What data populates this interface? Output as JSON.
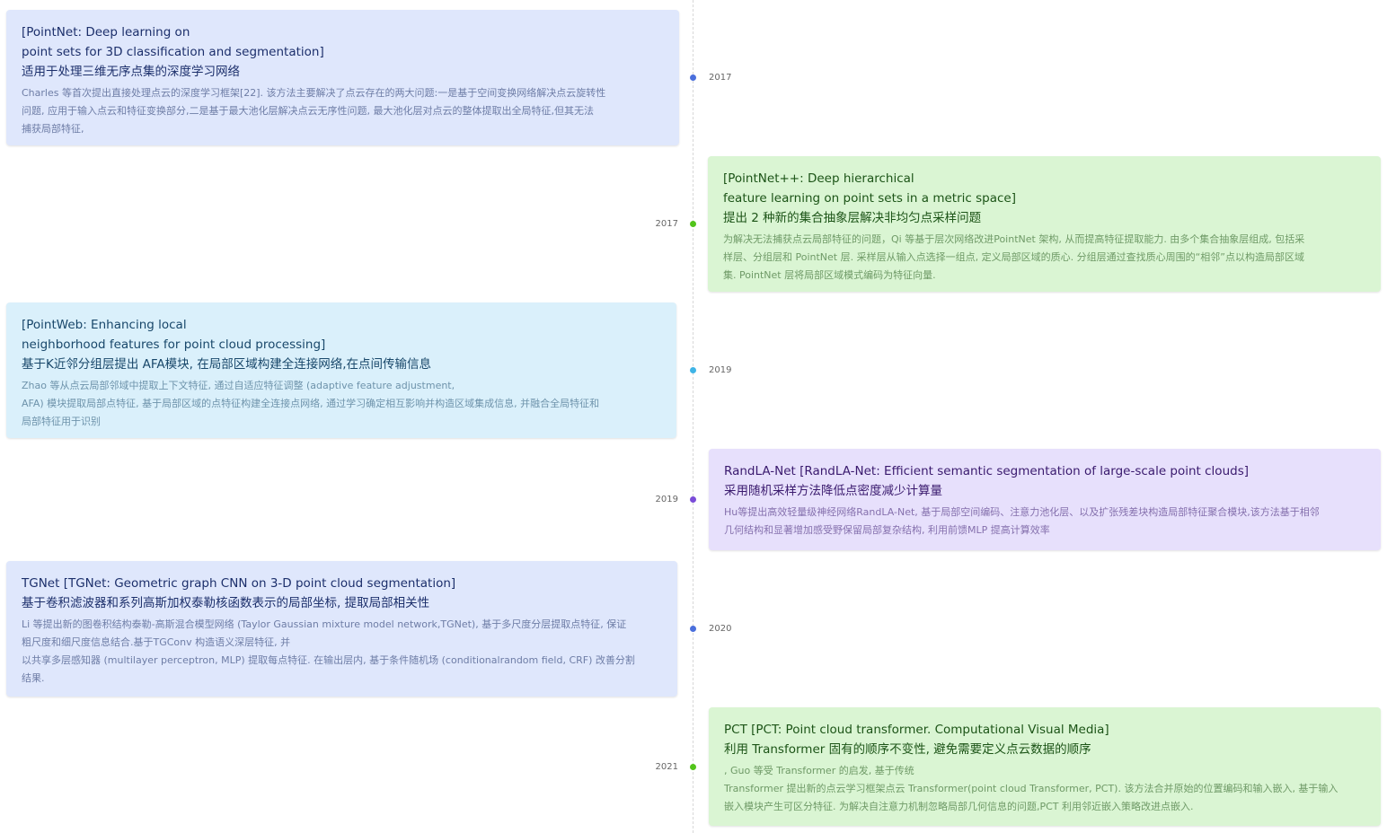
{
  "colors": {
    "blue": "#4a6fdc",
    "green": "#52c41a",
    "cyan": "#3fb4e6",
    "purple": "#7a4cd8"
  },
  "events": [
    {
      "year": "2017",
      "title": "[PointNet: Deep learning on\npoint sets for 3D classification and segmentation]",
      "subtitle": "适用于处理三维无序点集的深度学习网络",
      "description": "Charles 等首次提出直接处理点云的深度学习框架[22]. 该方法主要解决了点云存在的两大问题:一是基于空间变换网络解决点云旋转性\n问题, 应用于输入点云和特征变换部分,二是基于最大池化层解决点云无序性问题, 最大池化层对点云的整体提取出全局特征,但其无法\n捕获局部特征,"
    },
    {
      "year": "2017",
      "title": "[PointNet++: Deep hierarchical\nfeature learning on point sets in a metric space]",
      "subtitle": "提出 2 种新的集合抽象层解决非均匀点采样问题",
      "description": "为解决无法捕获点云局部特征的问题，Qi 等基于层次网络改进PointNet 架构, 从而提高特征提取能力. 由多个集合抽象层组成, 包括采\n样层、分组层和 PointNet 层. 采样层从输入点选择一组点, 定义局部区域的质心. 分组层通过查找质心周围的“相邻”点以构造局部区域\n集. PointNet 层将局部区域模式编码为特征向量."
    },
    {
      "year": "2019",
      "title": "[PointWeb: Enhancing local\nneighborhood features for point cloud processing]",
      "subtitle": "基于K近邻分组层提出 AFA模块, 在局部区域构建全连接网络,在点间传输信息",
      "description": "Zhao 等从点云局部邻域中提取上下文特征, 通过自适应特征调整 (adaptive feature adjustment,\nAFA) 模块提取局部点特征, 基于局部区域的点特征构建全连接点网络, 通过学习确定相互影响并构造区域集成信息, 并融合全局特征和\n局部特征用于识别"
    },
    {
      "year": "2019",
      "title": "RandLA-Net [RandLA-Net: Efficient semantic segmentation of large-scale point clouds]",
      "subtitle": "采用随机采样方法降低点密度减少计算量",
      "description": "Hu等提出高效轻量级神经网络RandLA-Net, 基于局部空间编码、注意力池化层、以及扩张残差块构造局部特征聚合模块,该方法基于相邻\n几何结构和显著增加感受野保留局部复杂结构, 利用前馈MLP 提高计算效率"
    },
    {
      "year": "2020",
      "title": "TGNet [TGNet: Geometric graph CNN on 3-D point cloud segmentation]",
      "subtitle": "基于卷积滤波器和系列高斯加权泰勒核函数表示的局部坐标, 提取局部相关性",
      "description": "Li 等提出新的图卷积结构泰勒-高斯混合模型网络 (Taylor Gaussian mixture model network,TGNet), 基于多尺度分层提取点特征, 保证\n粗尺度和细尺度信息结合.基于TGConv 构造语义深层特征, 并\n以共享多层感知器 (multilayer perceptron, MLP) 提取每点特征. 在输出层内, 基于条件随机场 (conditionalrandom field, CRF) 改善分割\n结果."
    },
    {
      "year": "2021",
      "title": "PCT [PCT: Point cloud transformer. Computational Visual Media]",
      "subtitle": "利用 Transformer 固有的顺序不变性, 避免需要定义点云数据的顺序",
      "description": ", Guo 等受 Transformer 的启发, 基于传统\nTransformer 提出新的点云学习框架点云 Transformer(point cloud Transformer, PCT). 该方法合并原始的位置编码和输入嵌入, 基于输入\n嵌入模块产生可区分特征. 为解决自注意力机制忽略局部几何信息的问题,PCT 利用邻近嵌入策略改进点嵌入."
    }
  ]
}
